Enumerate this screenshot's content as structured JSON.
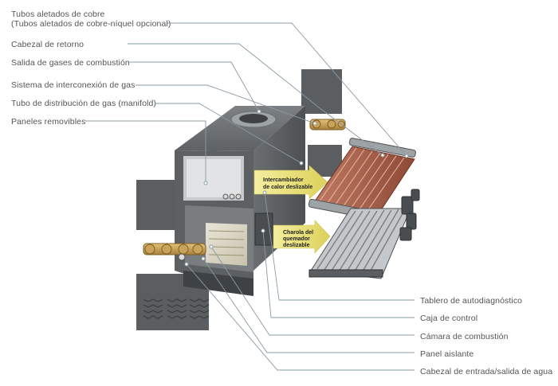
{
  "labels_left": [
    {
      "id": "tubos",
      "line1": "Tubos aletados de cobre",
      "line2": "(Tubos aletados de cobre-níquel opcional)"
    },
    {
      "id": "cabezal-retorno",
      "line1": "Cabezal de retorno"
    },
    {
      "id": "salida-gases",
      "line1": "Salida de gases de combustión"
    },
    {
      "id": "interconexion-gas",
      "line1": "Sistema de interconexión de gas"
    },
    {
      "id": "manifold",
      "line1": "Tubo de distribución de gas (manifold)"
    },
    {
      "id": "paneles",
      "line1": "Paneles removibles"
    }
  ],
  "labels_right": [
    {
      "id": "tablero",
      "line1": "Tablero de autodiagnóstico"
    },
    {
      "id": "caja-control",
      "line1": "Caja de control"
    },
    {
      "id": "camara",
      "line1": "Cámara de combustión"
    },
    {
      "id": "panel-aislante",
      "line1": "Panel aislante"
    },
    {
      "id": "cabezal-entrada",
      "line1": "Cabezal de entrada/salida de agua"
    }
  ],
  "arrows": {
    "intercambiador": [
      "Intercambiador",
      "de calor deslizable"
    ],
    "charola": [
      "Charola del",
      "quemador",
      "deslizable"
    ]
  },
  "colors": {
    "leader": "#8a9ba5",
    "panel": "#5b5e61",
    "arrow": "#e9e07a",
    "copper": "#b0604a",
    "brass": "#c9a04e"
  }
}
